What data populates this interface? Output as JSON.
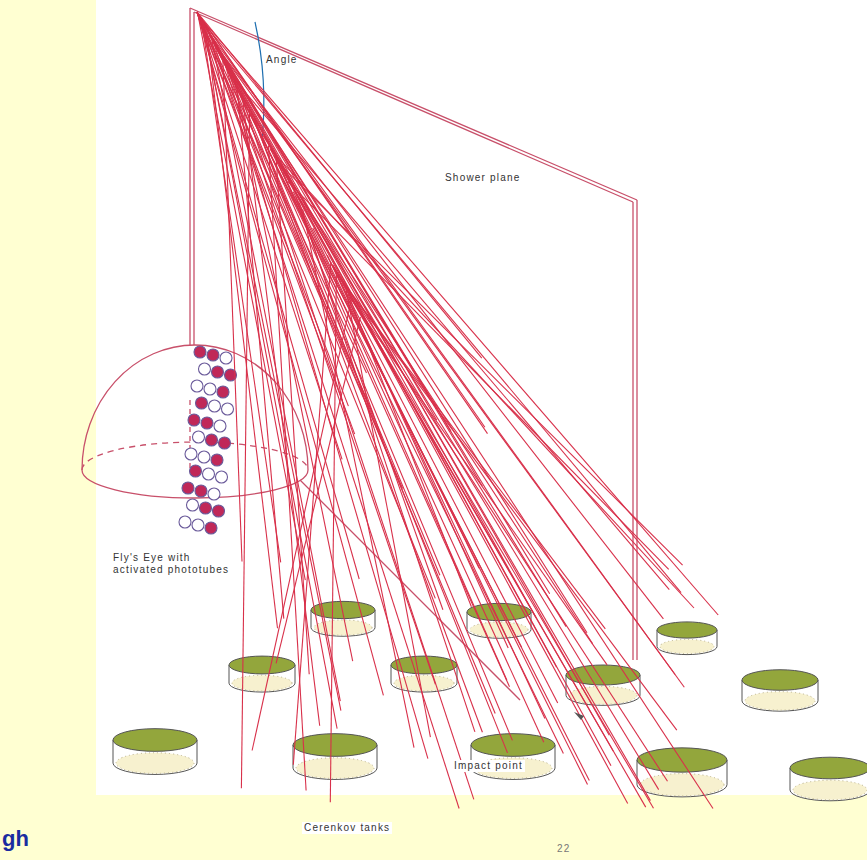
{
  "diagram": {
    "labels": [
      "Angle",
      "Shower plane",
      "Fly's Eye with activated phototubes",
      "Impact point",
      "Cerenkov tanks",
      "22",
      "gh"
    ]
  }
}
